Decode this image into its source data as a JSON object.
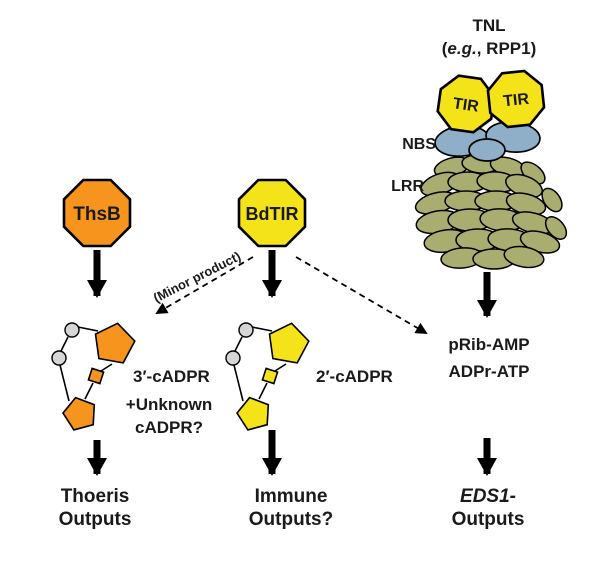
{
  "colors": {
    "orange": "#F7941E",
    "yellow": "#F5E31A",
    "nbs": "#8FAFC8",
    "lrr": "#A9AE70",
    "bead": "#D6D6D6",
    "ink": "#1A1A1A"
  },
  "left": {
    "enzyme": "ThsB",
    "product": "3′-cADPR",
    "note_line1": "+Unknown",
    "note_line2": "cADPR?",
    "output_line1": "Thoeris",
    "output_line2": "Outputs"
  },
  "middle": {
    "enzyme": "BdTIR",
    "minor_label": "(Minor product)",
    "product": "2′-cADPR",
    "output_line1": "Immune",
    "output_line2": "Outputs?"
  },
  "right": {
    "title": "TNL",
    "subtitle_open": "(",
    "subtitle_eg": "e.g.",
    "subtitle_rest": ", RPP1)",
    "tir_left": "TIR",
    "tir_right": "TIR",
    "nbs_label": "NBS",
    "lrr_label": "LRR",
    "product_line1": "pRib-AMP",
    "product_line2": "ADPr-ATP",
    "output_italic": "EDS1-",
    "output_line2": "Outputs"
  }
}
